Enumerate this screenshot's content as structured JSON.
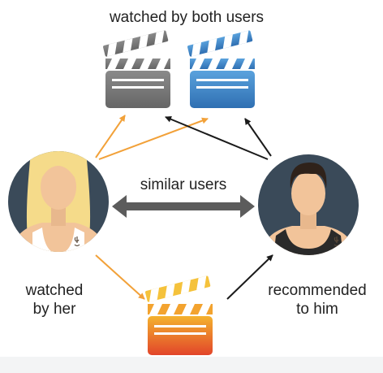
{
  "labels": {
    "top": "watched by both users",
    "middle": "similar users",
    "left_line1": "watched",
    "left_line2": "by her",
    "right_line1": "recommended",
    "right_line2": "to him"
  },
  "users": [
    {
      "role": "her",
      "icon": "woman-avatar-icon"
    },
    {
      "role": "him",
      "icon": "man-avatar-icon"
    }
  ],
  "movies": [
    {
      "icon": "clapperboard-icon",
      "color": "#737373"
    },
    {
      "icon": "clapperboard-icon",
      "color": "#3f86c6"
    },
    {
      "icon": "clapperboard-icon",
      "color": "#ef7d22"
    }
  ],
  "colors": {
    "avatar_bg": "#3a4a59",
    "skin": "#f2c49a",
    "her_hair": "#f5db8a",
    "his_hair": "#2f221a",
    "her_arrows": "#f2a139",
    "his_arrows": "#1a1a1a",
    "similarity_arrow": "#5c5c5c"
  }
}
